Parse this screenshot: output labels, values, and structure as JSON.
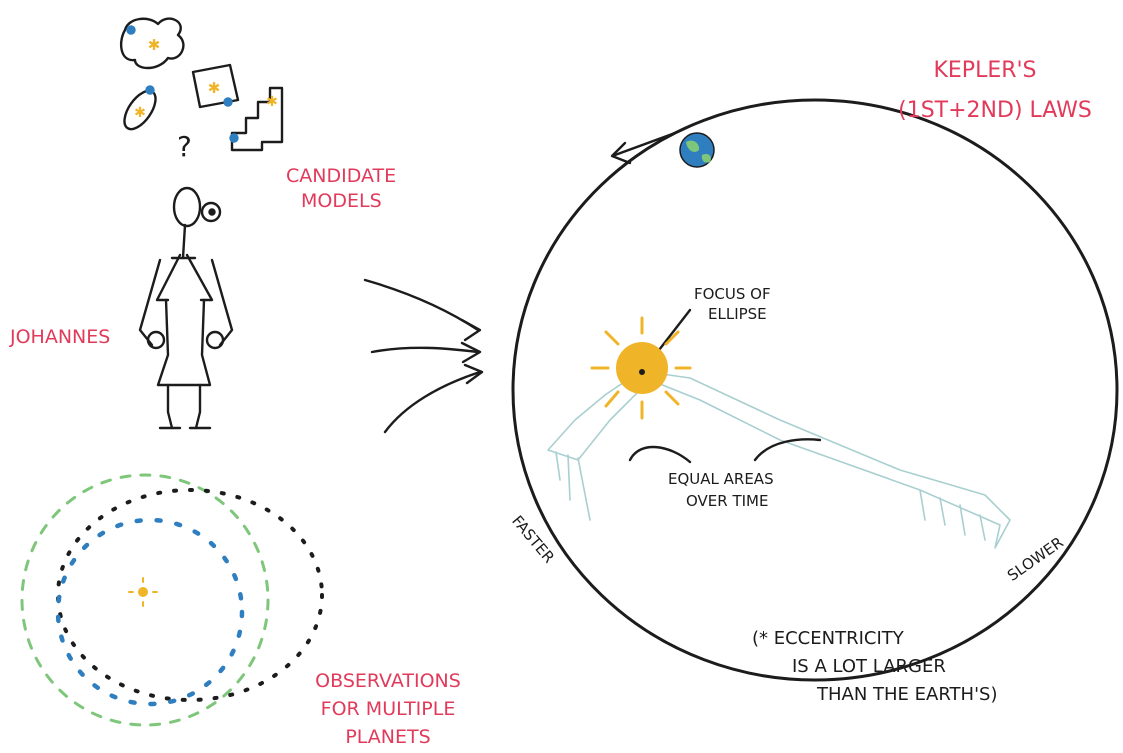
{
  "title": {
    "line1": "KEPLER'S",
    "line2": "(1st+2nd) LAWS"
  },
  "labels": {
    "candidate_models_line1": "CANDIDATE",
    "candidate_models_line2": "MODELS",
    "johannes": "JOHANNES",
    "observations_line1": "OBSERVATIONS",
    "observations_line2": "FOR MULTIPLE",
    "observations_line3": "PLANETS",
    "question_mark": "?",
    "focus_line1": "FOCUS OF",
    "focus_line2": "ELLIPSE",
    "equal_areas_line1": "EQUAL AREAS",
    "equal_areas_line2": "OVER TIME",
    "faster": "FASTER",
    "slower": "SLOWER",
    "footnote_line1": "(* ECCENTRICITY",
    "footnote_line2": "IS A LOT LARGER",
    "footnote_line3": "THAN THE EARTH'S)"
  },
  "colors": {
    "accent_red": "#e23a5a",
    "ink": "#1c1c1c",
    "sun": "#f0b429",
    "area_hatch": "#a9cfd0",
    "planet_green": "#7dc67a",
    "planet_blue": "#2f7fc0"
  },
  "icons": [
    "earth-icon",
    "sun-icon",
    "arrow-icon",
    "person-figure"
  ]
}
